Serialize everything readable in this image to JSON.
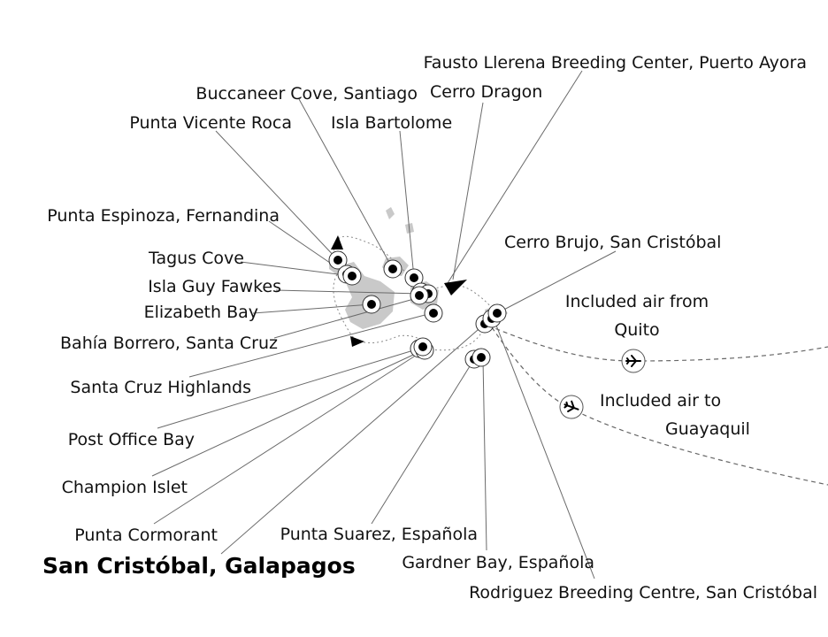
{
  "map": {
    "port_label": "San Cristóbal, Galapagos",
    "stops": [
      "Fausto Llerena Breeding Center, Puerto Ayora",
      "Buccaneer Cove, Santiago",
      "Cerro Dragon",
      "Punta Vicente Roca",
      "Isla Bartolome",
      "Punta Espinoza, Fernandina",
      "Cerro Brujo, San Cristóbal",
      "Tagus Cove",
      "Isla Guy Fawkes",
      "Elizabeth Bay",
      "Bahía Borrero, Santa Cruz",
      "Santa Cruz Highlands",
      "Post Office Bay",
      "Champion Islet",
      "Punta Cormorant",
      "Punta Suarez, Española",
      "Gardner Bay, Española",
      "Rodriguez Breeding Centre, San Cristóbal"
    ],
    "flights": {
      "from_line1": "Included air from",
      "from_line2": "Quito",
      "to_line1": "Included air to",
      "to_line2": "Guayaquil"
    },
    "colors": {
      "marker": "#000000",
      "island": "#c9c9c9",
      "leader": "#6a6a6a"
    }
  }
}
